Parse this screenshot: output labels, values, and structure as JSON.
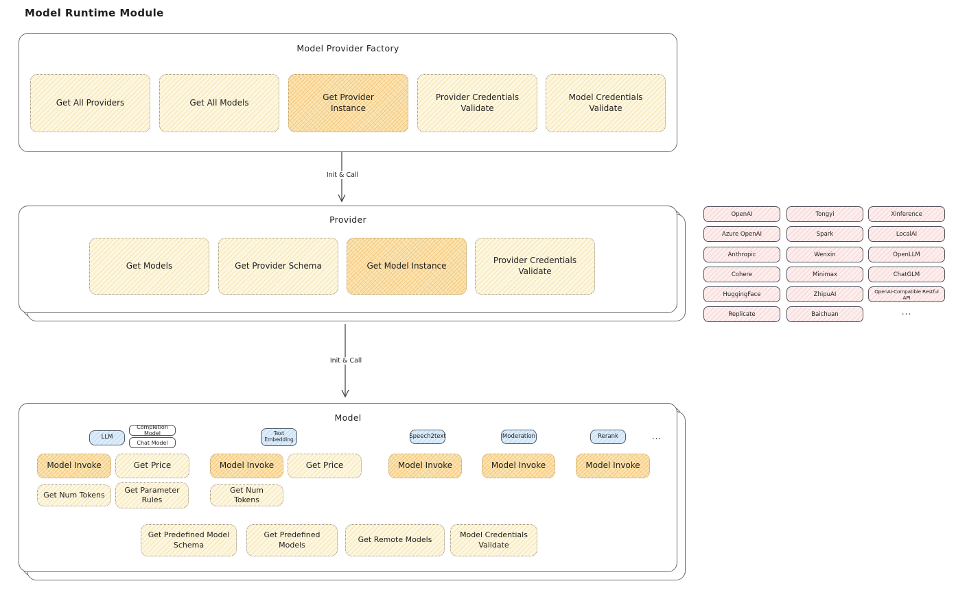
{
  "title": "Model Runtime Module",
  "arrows": [
    {
      "label": "Init & Call"
    },
    {
      "label": "Init & Call"
    }
  ],
  "factory": {
    "title": "Model Provider Factory",
    "boxes": [
      {
        "label": "Get All Providers",
        "highlighted": false
      },
      {
        "label": "Get All Models",
        "highlighted": false
      },
      {
        "label": "Get Provider Instance",
        "highlighted": true
      },
      {
        "label": "Provider Credentials Validate",
        "highlighted": false
      },
      {
        "label": "Model Credentials Validate",
        "highlighted": false
      }
    ]
  },
  "provider": {
    "title": "Provider",
    "boxes": [
      {
        "label": "Get Models",
        "highlighted": false
      },
      {
        "label": "Get Provider Schema",
        "highlighted": false
      },
      {
        "label": "Get Model Instance",
        "highlighted": true
      },
      {
        "label": "Provider Credentials Validate",
        "highlighted": false
      }
    ]
  },
  "providers_grid": {
    "cells": [
      "OpenAI",
      "Tongyi",
      "Xinference",
      "Azure OpenAI",
      "Spark",
      "LocalAI",
      "Anthropic",
      "Wenxin",
      "OpenLLM",
      "Cohere",
      "Minimax",
      "ChatGLM",
      "HuggingFace",
      "ZhipuAI",
      "OpenAI-Compatible Restful API",
      "Replicate",
      "Baichuan"
    ],
    "more": "..."
  },
  "model": {
    "title": "Model",
    "types": [
      "LLM",
      "Text Embedding",
      "Speech2text",
      "Moderation",
      "Rerank"
    ],
    "llm_subtypes": [
      "Completion Model",
      "Chat Model"
    ],
    "more": "...",
    "ops": {
      "model_invoke": "Model Invoke",
      "get_price": "Get Price",
      "get_num_tokens": "Get Num Tokens",
      "get_parameter_rules": "Get Parameter Rules"
    },
    "bottom_boxes": [
      "Get Predefined Model Schema",
      "Get Predefined Models",
      "Get Remote Models",
      "Model Credentials Validate"
    ]
  },
  "colors": {
    "yellow_fill": "#fdf6e0",
    "yellow_hatch": "#eed68c",
    "orange_fill": "#fbe5b4",
    "orange_hatch": "#eeb156",
    "pink_fill": "#fdeeee",
    "pink_hatch": "#ecaaaa",
    "blue_fill": "#ddecf9",
    "blue_hatch": "#96c3eb",
    "panel_border": "#65656d",
    "text": "#1f1f1f"
  }
}
